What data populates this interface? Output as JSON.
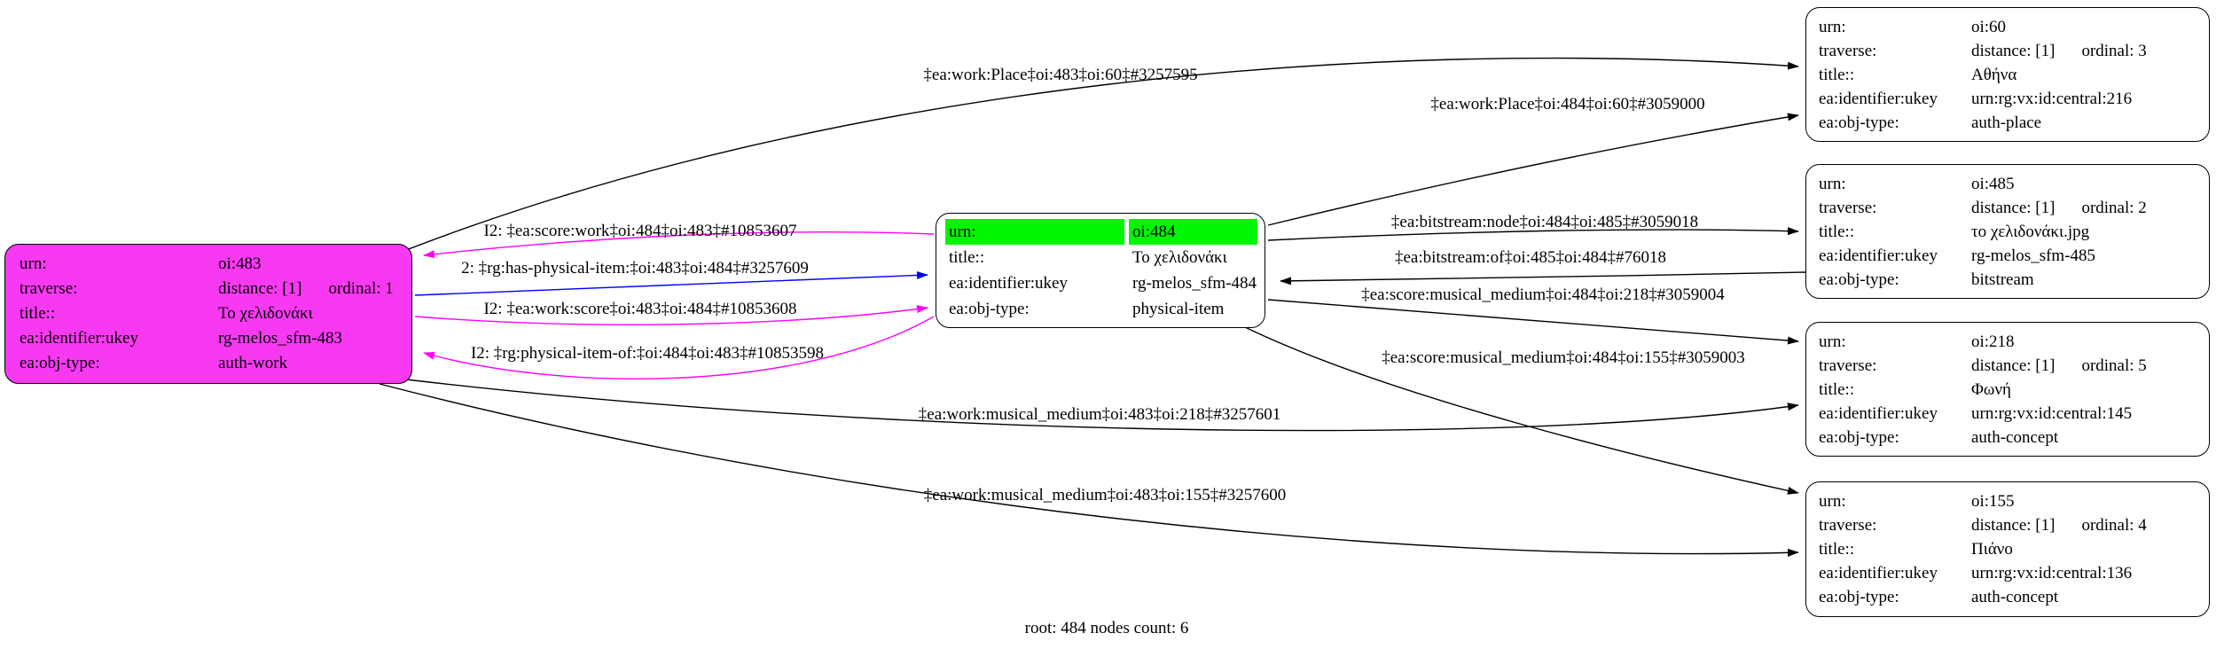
{
  "colors": {
    "node_magenta": "#F839F2",
    "header_green": "#00F500",
    "edge_magenta": "#FF00FF",
    "edge_blue": "#0000FF",
    "edge_black": "#000000"
  },
  "footer": "root: 484 nodes count: 6",
  "nodes": {
    "oi483": {
      "rows": [
        {
          "label": "urn:",
          "value": "oi:483"
        },
        {
          "label": "traverse:",
          "value": "distance: [1]",
          "value2": "ordinal: 1"
        },
        {
          "label": "title::",
          "value": "Το χελιδονάκι"
        },
        {
          "label": "ea:identifier:ukey",
          "value": "rg-melos_sfm-483"
        },
        {
          "label": "ea:obj-type:",
          "value": "auth-work"
        }
      ]
    },
    "oi484": {
      "rows": [
        {
          "label": "urn:",
          "value": "oi:484"
        },
        {
          "label": "title::",
          "value": "Το χελιδονάκι"
        },
        {
          "label": "ea:identifier:ukey",
          "value": "rg-melos_sfm-484"
        },
        {
          "label": "ea:obj-type:",
          "value": "physical-item"
        }
      ]
    },
    "oi60": {
      "rows": [
        {
          "label": "urn:",
          "value": "oi:60"
        },
        {
          "label": "traverse:",
          "value": "distance: [1]",
          "value2": "ordinal: 3"
        },
        {
          "label": "title::",
          "value": "Αθήνα"
        },
        {
          "label": "ea:identifier:ukey",
          "value": "urn:rg:vx:id:central:216"
        },
        {
          "label": "ea:obj-type:",
          "value": "auth-place"
        }
      ]
    },
    "oi485": {
      "rows": [
        {
          "label": "urn:",
          "value": "oi:485"
        },
        {
          "label": "traverse:",
          "value": "distance: [1]",
          "value2": "ordinal: 2"
        },
        {
          "label": "title::",
          "value": "το χελιδονάκι.jpg"
        },
        {
          "label": "ea:identifier:ukey",
          "value": "rg-melos_sfm-485"
        },
        {
          "label": "ea:obj-type:",
          "value": "bitstream"
        }
      ]
    },
    "oi218": {
      "rows": [
        {
          "label": "urn:",
          "value": "oi:218"
        },
        {
          "label": "traverse:",
          "value": "distance: [1]",
          "value2": "ordinal: 5"
        },
        {
          "label": "title::",
          "value": "Φωνή"
        },
        {
          "label": "ea:identifier:ukey",
          "value": "urn:rg:vx:id:central:145"
        },
        {
          "label": "ea:obj-type:",
          "value": "auth-concept"
        }
      ]
    },
    "oi155": {
      "rows": [
        {
          "label": "urn:",
          "value": "oi:155"
        },
        {
          "label": "traverse:",
          "value": "distance: [1]",
          "value2": "ordinal: 4"
        },
        {
          "label": "title::",
          "value": "Πιάνο"
        },
        {
          "label": "ea:identifier:ukey",
          "value": "urn:rg:vx:id:central:136"
        },
        {
          "label": "ea:obj-type:",
          "value": "auth-concept"
        }
      ]
    }
  },
  "edges": {
    "wp483_60": {
      "label": "‡ea:work:Place‡oi:483‡oi:60‡#3257595",
      "color": "black"
    },
    "wp484_60": {
      "label": "‡ea:work:Place‡oi:484‡oi:60‡#3059000",
      "color": "black"
    },
    "sw484_483": {
      "label": "I2: ‡ea:score:work‡oi:484‡oi:483‡#10853607",
      "color": "magenta"
    },
    "hpi483_484": {
      "label": "2: ‡rg:has-physical-item:‡oi:483‡oi:484‡#3257609",
      "color": "blue"
    },
    "ws483_484": {
      "label": "I2: ‡ea:work:score‡oi:483‡oi:484‡#10853608",
      "color": "magenta"
    },
    "pio484_483": {
      "label": "I2: ‡rg:physical-item-of:‡oi:484‡oi:483‡#10853598",
      "color": "magenta"
    },
    "bn484_485": {
      "label": "‡ea:bitstream:node‡oi:484‡oi:485‡#3059018",
      "color": "black"
    },
    "bo485_484": {
      "label": "‡ea:bitstream:of‡oi:485‡oi:484‡#76018",
      "color": "black"
    },
    "sm484_218": {
      "label": "‡ea:score:musical_medium‡oi:484‡oi:218‡#3059004",
      "color": "black"
    },
    "sm484_155": {
      "label": "‡ea:score:musical_medium‡oi:484‡oi:155‡#3059003",
      "color": "black"
    },
    "wm483_218": {
      "label": "‡ea:work:musical_medium‡oi:483‡oi:218‡#3257601",
      "color": "black"
    },
    "wm483_155": {
      "label": "‡ea:work:musical_medium‡oi:483‡oi:155‡#3257600",
      "color": "black"
    }
  }
}
